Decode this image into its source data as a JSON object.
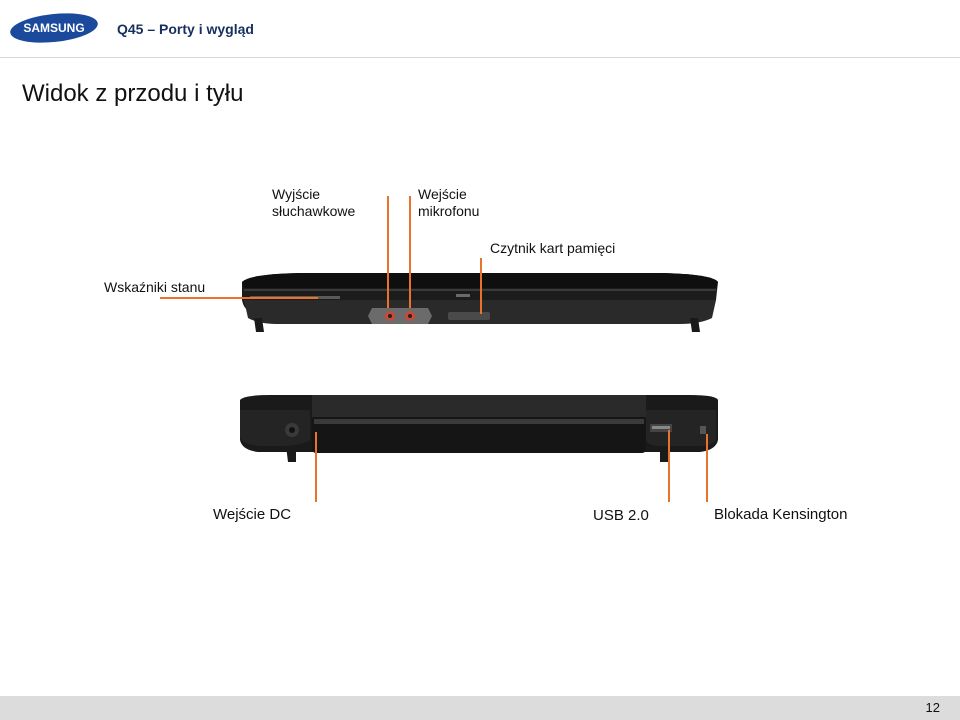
{
  "header": {
    "brand": "SAMSUNG",
    "doc_title": "Q45 – Porty i wygląd"
  },
  "page_title": "Widok z przodu i tyłu",
  "front_view": {
    "labels": {
      "headphone_l1": "Wyjście",
      "headphone_l2": "słuchawkowe",
      "mic_l1": "Wejście",
      "mic_l2": "mikrofonu",
      "card_reader": "Czytnik kart pamięci",
      "status_indicators": "Wskaźniki stanu"
    }
  },
  "rear_view": {
    "labels": {
      "dc_in": "Wejście DC",
      "usb": "USB 2.0",
      "kensington": "Blokada Kensington"
    }
  },
  "footer": {
    "page_number": "12"
  },
  "colors": {
    "accent": "#e9732a",
    "brand_blue": "#15305f"
  }
}
